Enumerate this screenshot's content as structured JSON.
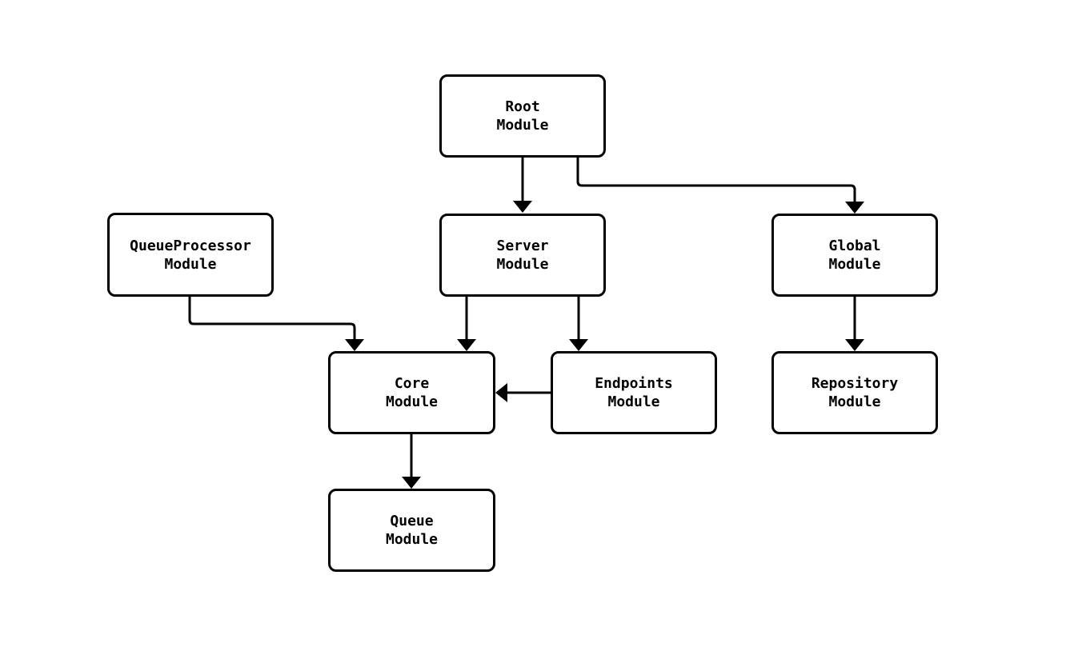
{
  "diagram": {
    "type": "module-dependency-flowchart",
    "background_color": "#ffffff",
    "stroke_color": "#000000",
    "node_fill_color": "#ffffff",
    "nodes": [
      {
        "id": "root",
        "line1": "Root",
        "line2": "Module"
      },
      {
        "id": "queueprocessor",
        "line1": "QueueProcessor",
        "line2": "Module"
      },
      {
        "id": "server",
        "line1": "Server",
        "line2": "Module"
      },
      {
        "id": "global",
        "line1": "Global",
        "line2": "Module"
      },
      {
        "id": "core",
        "line1": "Core",
        "line2": "Module"
      },
      {
        "id": "endpoints",
        "line1": "Endpoints",
        "line2": "Module"
      },
      {
        "id": "repository",
        "line1": "Repository",
        "line2": "Module"
      },
      {
        "id": "queue",
        "line1": "Queue",
        "line2": "Module"
      }
    ],
    "edges": [
      {
        "from": "root",
        "to": "server"
      },
      {
        "from": "root",
        "to": "global"
      },
      {
        "from": "queueprocessor",
        "to": "core"
      },
      {
        "from": "server",
        "to": "core"
      },
      {
        "from": "server",
        "to": "endpoints"
      },
      {
        "from": "endpoints",
        "to": "core"
      },
      {
        "from": "global",
        "to": "repository"
      },
      {
        "from": "core",
        "to": "queue"
      }
    ]
  }
}
